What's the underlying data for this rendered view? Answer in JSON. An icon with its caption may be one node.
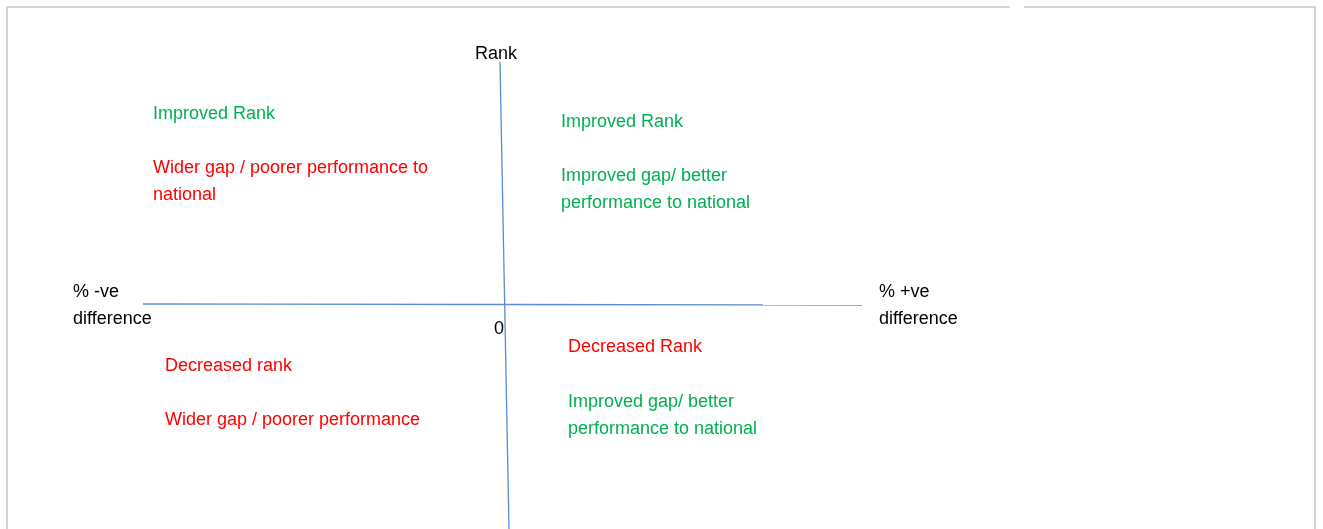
{
  "diagram": {
    "labels": [
      "Rank",
      "Improved Rank",
      "Improved Rank",
      "Wider gap / poorer performance to national",
      "Improved gap/ better performance to national",
      "% -ve difference",
      "% +ve difference",
      "0",
      "Decreased Rank",
      "Decreased rank",
      "Improved gap/ better performance to national",
      "Wider gap / poorer performance"
    ]
  }
}
